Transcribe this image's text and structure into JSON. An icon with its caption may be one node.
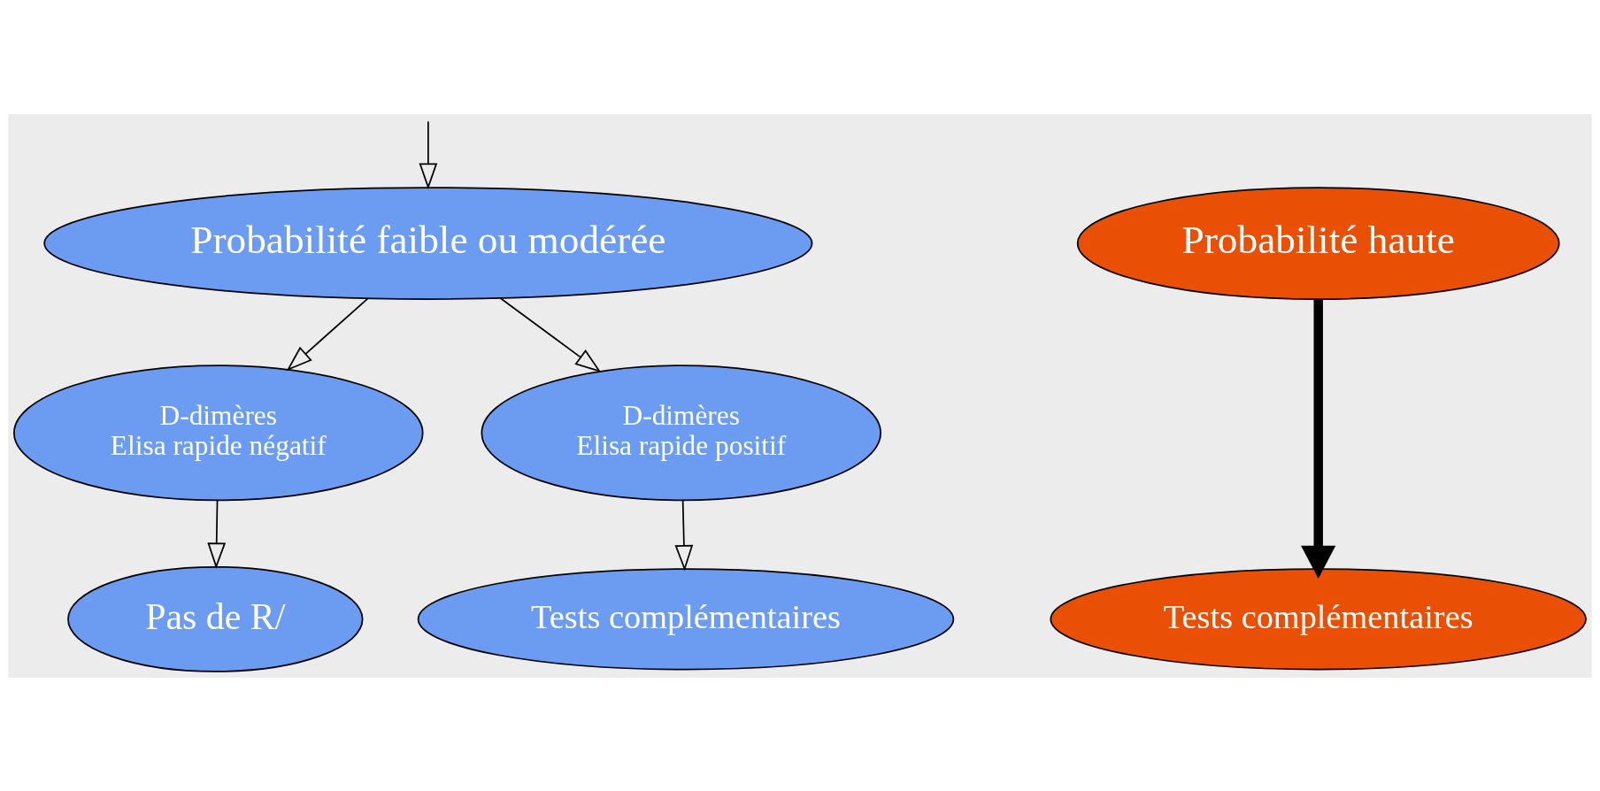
{
  "diagram": {
    "nodes": [
      {
        "text": [
          "Probabilité faible ou modérée"
        ]
      },
      {
        "text": [
          "Probabilité haute"
        ]
      },
      {
        "text": [
          "D-dimères",
          "Elisa rapide négatif"
        ]
      },
      {
        "text": [
          "D-dimères",
          "Elisa rapide positif"
        ]
      },
      {
        "text": [
          "Pas de R/"
        ]
      },
      {
        "text": [
          "Tests complémentaires"
        ]
      },
      {
        "text": [
          "Tests complémentaires"
        ]
      }
    ],
    "edges": [
      {
        "from": null,
        "to": 0,
        "arrow": "to"
      },
      {
        "from": 0,
        "to": 2,
        "arrow": "to"
      },
      {
        "from": 0,
        "to": 3,
        "arrow": "to"
      },
      {
        "from": 2,
        "to": 4,
        "arrow": "to"
      },
      {
        "from": 3,
        "to": 5,
        "arrow": "to"
      },
      {
        "from": 1,
        "to": 6,
        "arrow": "to",
        "style": "thick",
        "color": "#000000"
      }
    ]
  }
}
